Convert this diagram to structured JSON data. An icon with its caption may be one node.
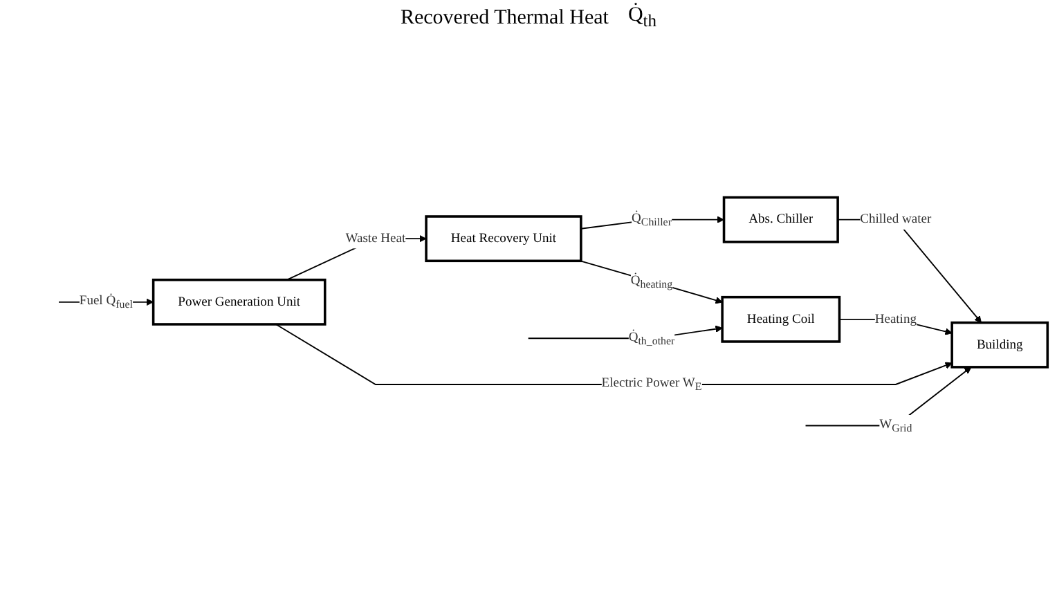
{
  "diagram": {
    "nodes": [
      {
        "text": [
          "Heat Recovery Unit"
        ]
      },
      {
        "text": [
          "Abs. Chiller"
        ]
      },
      {
        "text": [
          "Heating Coil"
        ]
      },
      {
        "text": [
          "Power Generation Unit"
        ]
      },
      {
        "text": [
          "Building"
        ]
      }
    ],
    "edges": [
      {
        "from": 3,
        "to": 0,
        "arrow": "to",
        "label": "Waste Heat"
      },
      {
        "from": 0,
        "to": 1,
        "arrow": "to",
        "label": "Q̇$_{Chiller}$"
      },
      {
        "from": 0,
        "to": 2,
        "arrow": "to",
        "label": "Q̇$_{heating}$"
      },
      {
        "from": null,
        "to": 2,
        "arrow": "to",
        "label": "Q̇$_{th_other}$"
      },
      {
        "from": 1,
        "to": 4,
        "arrow": "to",
        "label": "Chilled water"
      },
      {
        "from": 2,
        "to": 4,
        "arrow": "to",
        "label": "Heating"
      },
      {
        "from": null,
        "to": 3,
        "arrow": "to",
        "label": "Fuel Q̇$_{fuel}$"
      },
      {
        "from": 3,
        "to": 4,
        "arrow": "to",
        "label": "Electric Power W$_{E}$"
      },
      {
        "from": null,
        "to": 4,
        "arrow": "to",
        "label": "W$_{Grid}$"
      }
    ],
    "labels": [
      "Recovered Thermal Heat",
      "Q̇$_{th}$"
    ]
  }
}
